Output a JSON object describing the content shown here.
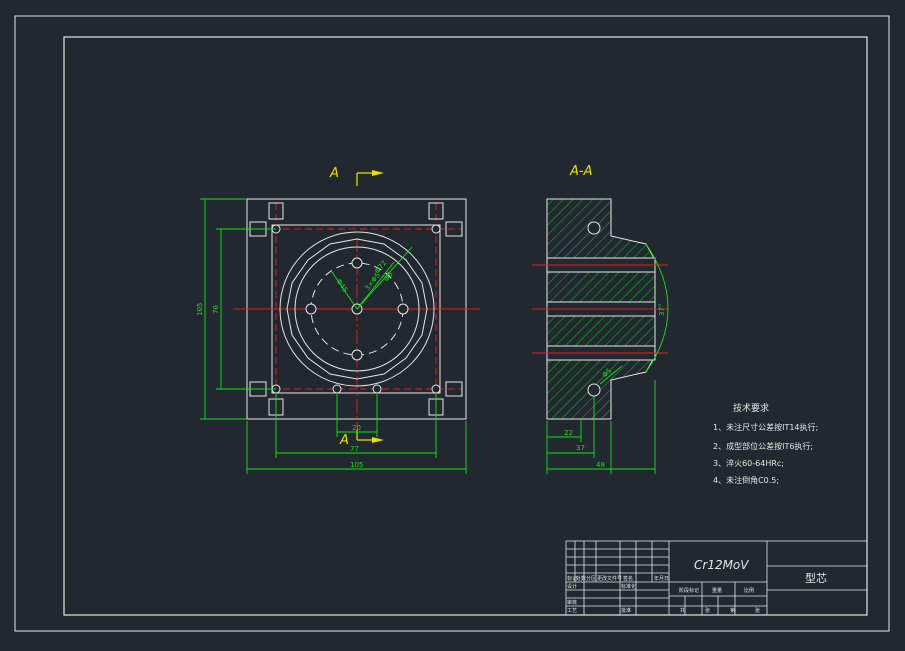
{
  "section_marker": "A",
  "section_title": "A-A",
  "dims_left": {
    "d1": "105",
    "d2": "70",
    "d3": "20",
    "d4": "77",
    "d5": "105",
    "dia_a": "Φ45",
    "dia_b": "3×Φ5",
    "dia_c": "Φ72",
    "dia_d": "Φ6"
  },
  "dims_right": {
    "d1": "22",
    "d2": "37",
    "d3": "48",
    "d4": "37°",
    "d5": "Φ5"
  },
  "notes": {
    "title": "技术要求",
    "items": [
      "1、未注尺寸公差按IT14执行;",
      "2、成型部位公差按IT6执行;",
      "3、淬火60-64HRc;",
      "4、未注倒角C0.5;"
    ]
  },
  "title_block": {
    "material": "Cr12MoV",
    "part_name": "型芯",
    "row_labels": [
      "标记",
      "处数",
      "分区",
      "更改文件号",
      "签名",
      "年月日"
    ],
    "sign_labels": [
      "设计",
      "标准化",
      "审核",
      "工艺",
      "批准"
    ],
    "stage_labels": [
      "阶段标记",
      "重量",
      "比例"
    ],
    "sheet_labels": [
      "共",
      "张",
      "第",
      "张"
    ]
  },
  "colors": {
    "background": "#212830",
    "frame": "#e6e6e6",
    "dimension": "#18e018",
    "centerline": "#e02020",
    "label": "#e8e000",
    "hatch": "#18e018"
  }
}
